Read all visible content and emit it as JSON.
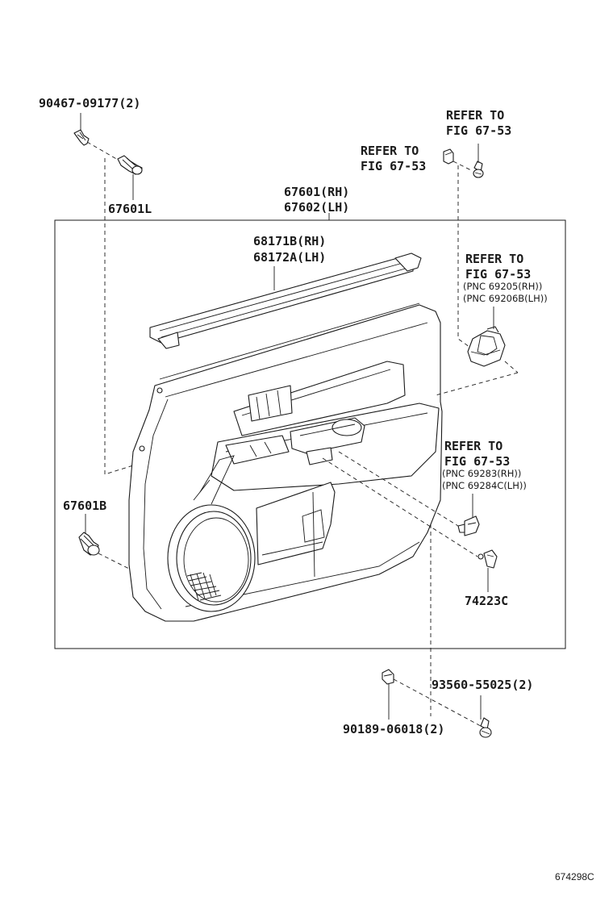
{
  "labels": {
    "p90467": "90467-09177(2)",
    "p67601L": "67601L",
    "refer_a_1": "REFER TO",
    "refer_a_2": "FIG 67-53",
    "refer_b_1": "REFER TO",
    "refer_b_2": "FIG 67-53",
    "p67601rh": "67601(RH)",
    "p67602lh": "67602(LH)",
    "p68171b": "68171B(RH)",
    "p68172a": "68172A(LH)",
    "refer_c_1": "REFER TO",
    "refer_c_2": "FIG 67-53",
    "refer_c_pnc1": "(PNC 69205(RH))",
    "refer_c_pnc2": "(PNC 69206B(LH))",
    "refer_d_1": "REFER TO",
    "refer_d_2": "FIG 67-53",
    "refer_d_pnc1": "(PNC 69283(RH))",
    "refer_d_pnc2": "(PNC 69284C(LH))",
    "p67601B": "67601B",
    "p74223C": "74223C",
    "p93560": "93560-55025(2)",
    "p90189": "90189-06018(2)",
    "diagram_id": "674298C"
  }
}
